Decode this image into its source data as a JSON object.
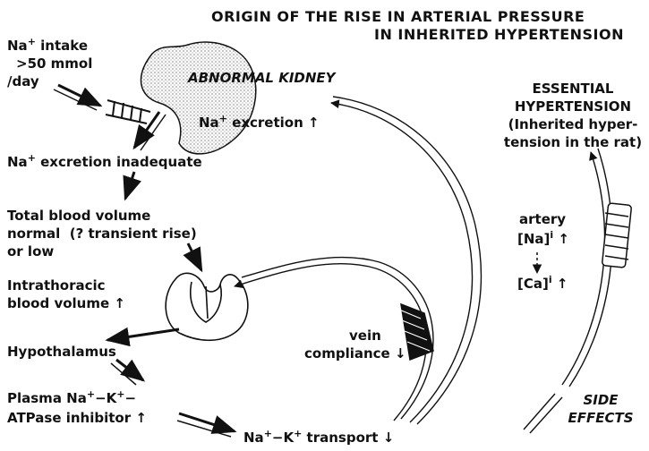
{
  "title": {
    "line1": "ORIGIN OF THE RISE IN ARTERIAL PRESSURE",
    "line2": "IN INHERITED HYPERTENSION"
  },
  "intake": {
    "ion": "Na",
    "charge": "+",
    "text": " intake",
    "line2": ">50 mmol",
    "line3": "/day"
  },
  "kidney": {
    "label": "ABNORMAL KIDNEY",
    "excretion": "excretion",
    "ion": "Na",
    "charge": "+",
    "arrow": "↑"
  },
  "inadequate": {
    "ion": "Na",
    "charge": "+",
    "text": " excretion inadequate"
  },
  "blood_volume": {
    "line1": "Total blood volume",
    "line2": "normal  (? transient rise)",
    "line3": "or low"
  },
  "intrathoracic": {
    "line1": "Intrathoracic",
    "line2": "blood volume",
    "arrow": "↑"
  },
  "hypothalamus": "Hypothalamus",
  "plasma": {
    "prefix": "Plasma Na",
    "charge1": "+",
    "mid": "−K",
    "charge2": "+",
    "suffix": "−",
    "line2": "ATPase inhibitor",
    "arrow": "↑"
  },
  "transport": {
    "ion1": "Na",
    "charge1": "+",
    "mid": "−K",
    "charge2": "+",
    "text": " transport",
    "arrow": "↓"
  },
  "vein": {
    "line1": "vein",
    "line2": "compliance",
    "arrow": "↓"
  },
  "essential": {
    "line1": "ESSENTIAL",
    "line2": "HYPERTENSION",
    "line3": "(Inherited hyper-",
    "line4": "tension in the rat)"
  },
  "artery": {
    "label": "artery",
    "na": "[Na]",
    "na_sup": "i",
    "ca": "[Ca]",
    "ca_sup": "i",
    "arrow": "↑"
  },
  "side_effects": {
    "line1": "SIDE",
    "line2": "EFFECTS"
  }
}
